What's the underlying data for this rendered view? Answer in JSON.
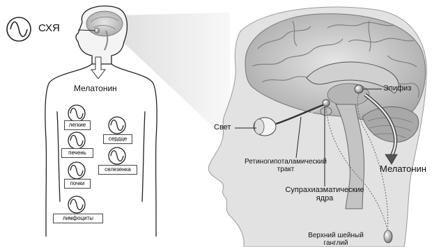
{
  "labels": {
    "sch": "СХЯ",
    "melatonin_body": "Мелатонин",
    "lungs": "легкие",
    "heart": "сердце",
    "liver": "печень",
    "spleen": "селезенка",
    "kidneys": "почки",
    "lymphocytes": "лимфоциты",
    "light": "Свет",
    "retino_line1": "Ретиногипоталамический",
    "retino_line2": "тракт",
    "epiphysis": "Эпифиз",
    "melatonin_brain": "Мелатонин",
    "scn_line1": "Супрахиазматические",
    "scn_line2": "ядра",
    "ganglion_line1": "Верхний шейный",
    "ganglion_line2": "ганглий"
  },
  "colors": {
    "line": "#222222",
    "brain_fill": "#c9c9c9",
    "brain_dark": "#8a8a8a",
    "head_fill": "#dcdcdc",
    "beam": "#ececec"
  },
  "icons": [
    "sine-oscillator-icon",
    "down-arrow-icon",
    "brain-icon",
    "eye-icon",
    "pineal-gland-icon",
    "ganglion-icon"
  ]
}
